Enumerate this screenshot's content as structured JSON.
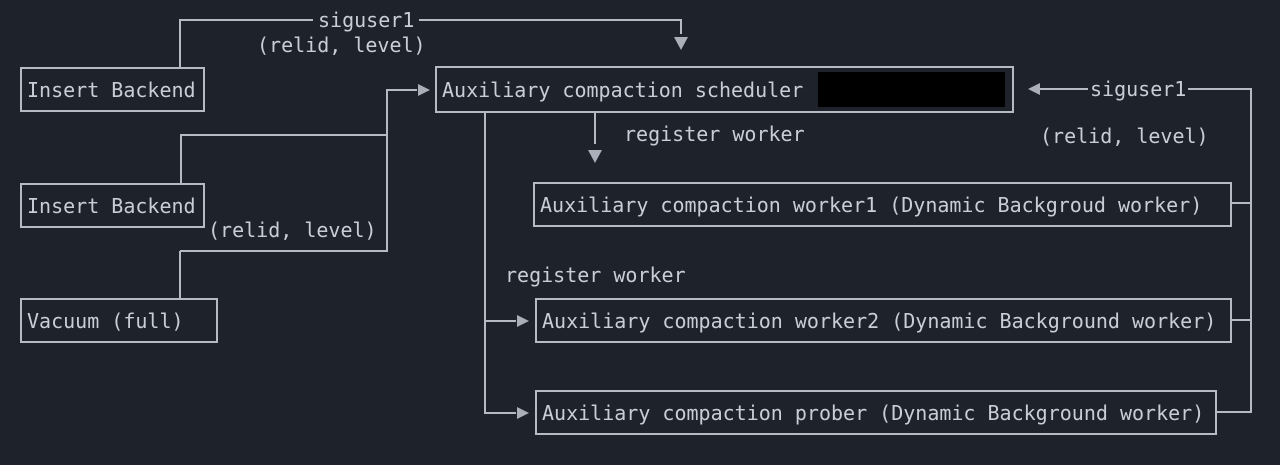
{
  "colors": {
    "background": "#1e222b",
    "line": "#b5bac3",
    "text": "#c9ced6",
    "arrowhead": "#aab0b9",
    "redaction": "#000000"
  },
  "nodes": {
    "insert_backend_1": "Insert Backend",
    "insert_backend_2": "Insert Backend",
    "vacuum_full": "Vacuum (full)",
    "scheduler": "Auxiliary compaction scheduler",
    "worker1": "Auxiliary compaction worker1 (Dynamic Backgroud worker)",
    "worker2": "Auxiliary compaction worker2 (Dynamic Background worker)",
    "prober": "Auxiliary compaction prober (Dynamic Background worker)"
  },
  "edge_labels": {
    "siguser1_top": "siguser1",
    "siguser1_top_args": "(relid, level)",
    "register_worker_1": "register worker",
    "backend2_args": "(relid, level)",
    "register_worker_2": "register worker",
    "siguser1_right": "siguser1",
    "siguser1_right_args": "(relid, level)"
  }
}
